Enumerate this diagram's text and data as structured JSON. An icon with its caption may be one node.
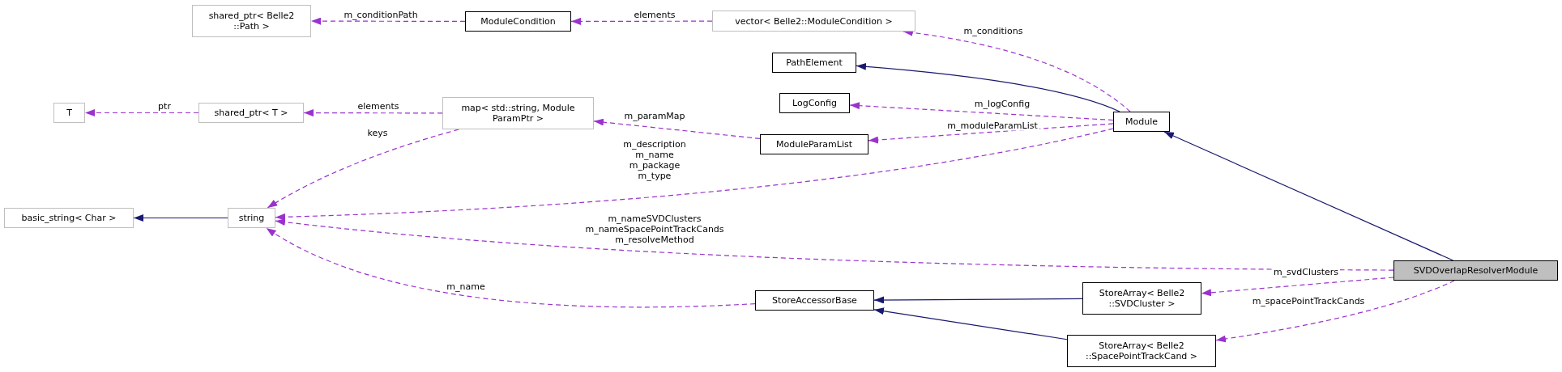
{
  "diagram": {
    "nodes": [
      {
        "text": [
          "T"
        ]
      },
      {
        "text": [
          "shared_ptr< T >"
        ]
      },
      {
        "text": [
          "shared_ptr< Belle2 ::Path >"
        ]
      },
      {
        "text": [
          "ModuleCondition"
        ]
      },
      {
        "text": [
          "vector< Belle2::ModuleCondition >"
        ]
      },
      {
        "text": [
          "PathElement"
        ]
      },
      {
        "text": [
          "LogConfig"
        ]
      },
      {
        "text": [
          "map< std::string, Module ParamPtr >"
        ]
      },
      {
        "text": [
          "ModuleParamList"
        ]
      },
      {
        "text": [
          "Module"
        ]
      },
      {
        "text": [
          "basic_string< Char >"
        ]
      },
      {
        "text": [
          "string"
        ]
      },
      {
        "text": [
          "StoreAccessorBase"
        ]
      },
      {
        "text": [
          "StoreArray< Belle2 ::SVDCluster >"
        ]
      },
      {
        "text": [
          "StoreArray< Belle2 ::SpacePointTrackCand >"
        ]
      },
      {
        "text": [
          "SVDOverlapResolverModule"
        ]
      }
    ],
    "edges": [
      {
        "from": 3,
        "to": 2,
        "arrow": "to",
        "label": "m_conditionPath",
        "style": "dashed"
      },
      {
        "from": 4,
        "to": 3,
        "arrow": "to",
        "label": "elements",
        "style": "dashed"
      },
      {
        "from": 9,
        "to": 4,
        "arrow": "to",
        "label": "m_conditions",
        "style": "dashed"
      },
      {
        "from": 9,
        "to": 5,
        "arrow": "to",
        "color": "#191970"
      },
      {
        "from": 9,
        "to": 6,
        "arrow": "to",
        "label": "m_logConfig",
        "style": "dashed"
      },
      {
        "from": 9,
        "to": 8,
        "arrow": "to",
        "label": "m_moduleParamList",
        "style": "dashed"
      },
      {
        "from": 9,
        "to": 11,
        "arrow": "to",
        "label": "m_description m_name m_package m_type",
        "style": "dashed"
      },
      {
        "from": 8,
        "to": 7,
        "arrow": "to",
        "label": "m_paramMap",
        "style": "dashed"
      },
      {
        "from": 7,
        "to": 1,
        "arrow": "to",
        "label": "elements",
        "style": "dashed"
      },
      {
        "from": 1,
        "to": 0,
        "arrow": "to",
        "label": "ptr",
        "style": "dashed"
      },
      {
        "from": 7,
        "to": 11,
        "arrow": "to",
        "label": "keys",
        "style": "dashed"
      },
      {
        "from": 11,
        "to": 10,
        "arrow": "to",
        "color": "#191970"
      },
      {
        "from": 15,
        "to": 9,
        "arrow": "to",
        "color": "#191970"
      },
      {
        "from": 15,
        "to": 11,
        "arrow": "to",
        "label": "m_nameSVDClusters m_nameSpacePointTrackCands m_resolveMethod",
        "style": "dashed"
      },
      {
        "from": 15,
        "to": 13,
        "arrow": "to",
        "label": "m_svdClusters",
        "style": "dashed"
      },
      {
        "from": 15,
        "to": 14,
        "arrow": "to",
        "label": "m_spacePointTrackCands",
        "style": "dashed"
      },
      {
        "from": 12,
        "to": 11,
        "arrow": "to",
        "label": "m_name",
        "style": "dashed"
      },
      {
        "from": 13,
        "to": 12,
        "arrow": "to",
        "color": "#191970"
      },
      {
        "from": 14,
        "to": 12,
        "arrow": "to",
        "color": "#191970"
      }
    ]
  }
}
